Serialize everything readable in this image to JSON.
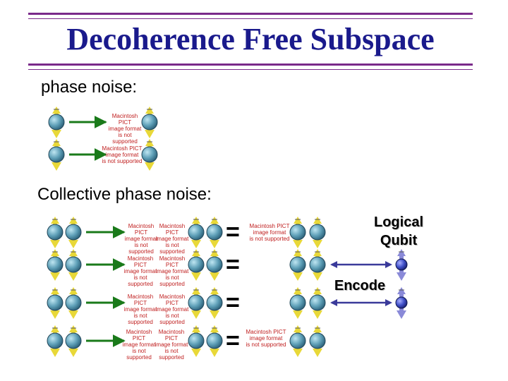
{
  "title": "Decoherence Free Subspace",
  "section1": "phase noise:",
  "section2": "Collective phase noise:",
  "pict": {
    "line1": "Macintosh PICT",
    "line2": "image format",
    "line3": "is not supported"
  },
  "equals": "=",
  "logical": {
    "line1": "Logical",
    "line2": "Qubit"
  },
  "encode": "Encode",
  "colors": {
    "title": "#1a1a8c",
    "rule": "#7a2a8a",
    "arrow": "#1a7a1a",
    "encode_arrow": "#3a3a9a",
    "sphere": "#5fa0b8",
    "cone": "#e8d838"
  }
}
